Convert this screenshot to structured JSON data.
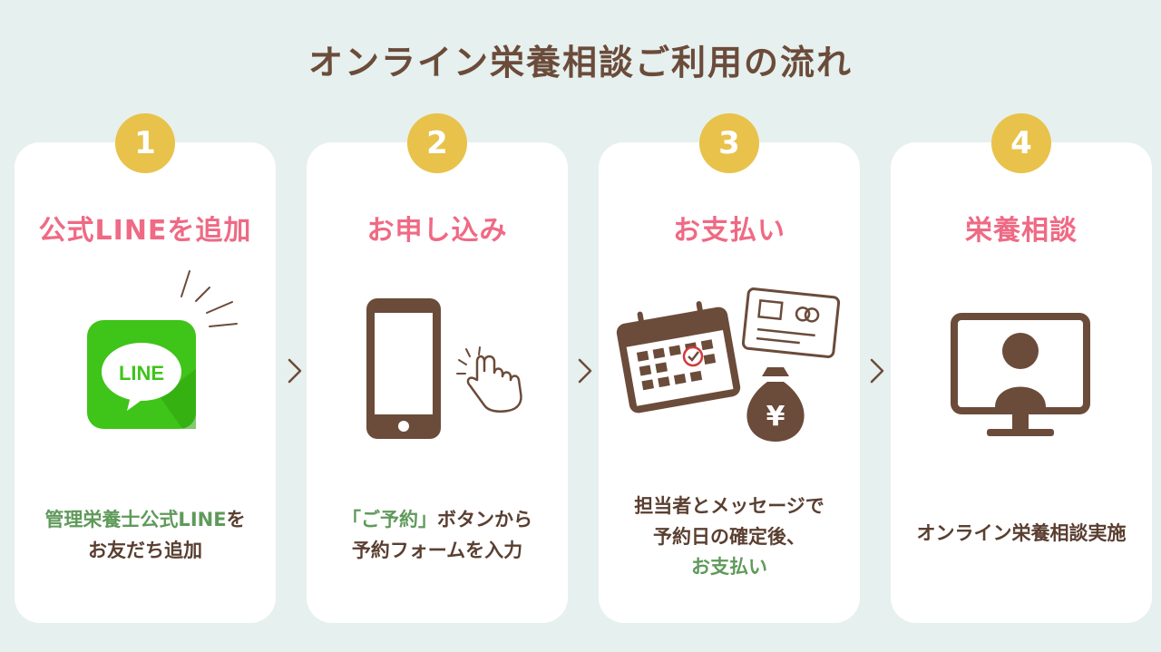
{
  "title": "オンライン栄養相談ご利用の流れ",
  "steps": [
    {
      "number": "1",
      "title": "公式LINEを追加",
      "logo_text": "LINE",
      "desc_green": "管理栄養士公式LINE",
      "desc_rest_1": "を",
      "desc_line2": "お友だち追加"
    },
    {
      "number": "2",
      "title": "お申し込み",
      "desc_green": "「ご予約」",
      "desc_rest_1": "ボタンから",
      "desc_line2": "予約フォームを入力"
    },
    {
      "number": "3",
      "title": "お支払い",
      "desc_line1": "担当者とメッセージで",
      "desc_line2": "予約日の確定後、",
      "desc_green": "お支払い",
      "yen": "¥"
    },
    {
      "number": "4",
      "title": "栄養相談",
      "desc_line1": "オンライン栄養相談実施"
    }
  ],
  "colors": {
    "background": "#e6f0ee",
    "badge": "#e8c24a",
    "step_title": "#ef6a84",
    "brown": "#6b4b3a",
    "green_text": "#5f9a5b",
    "line_green": "#3fc419"
  }
}
